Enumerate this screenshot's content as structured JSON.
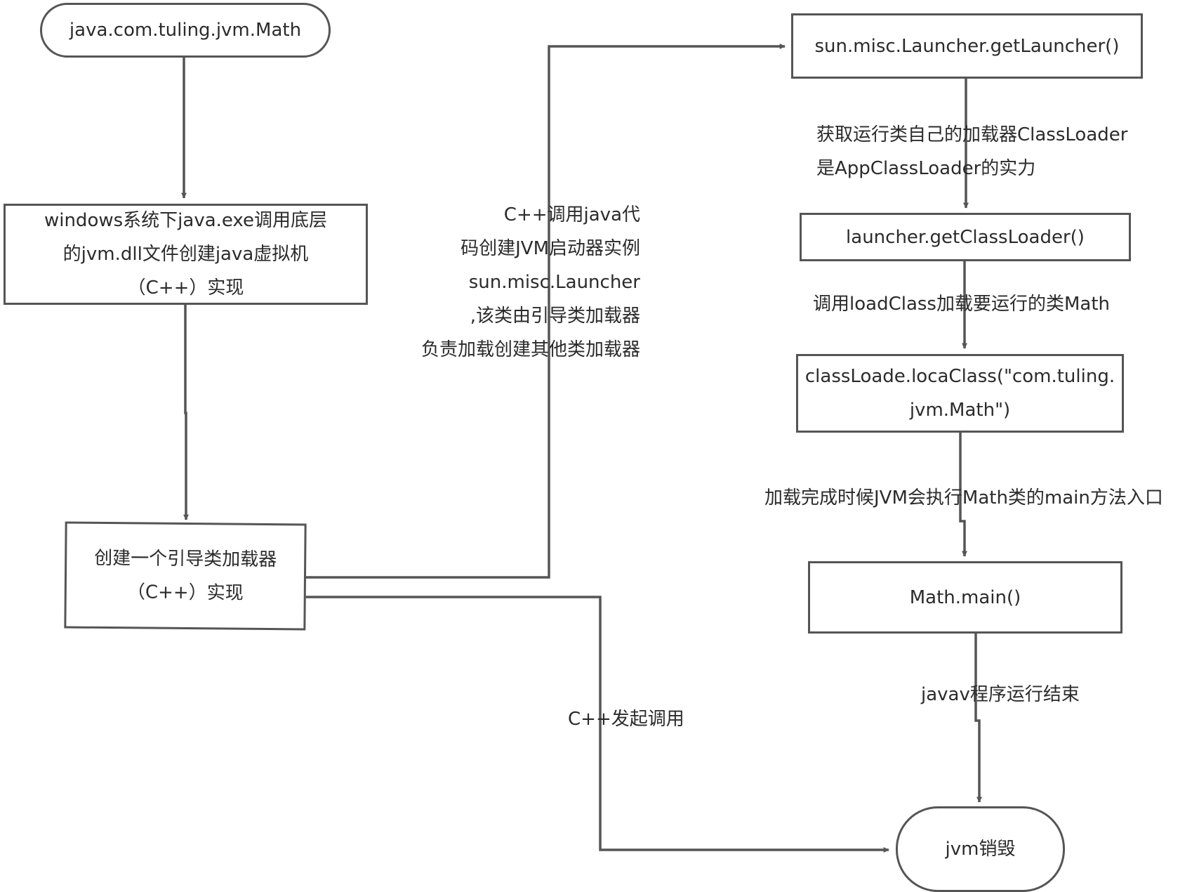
{
  "colors": {
    "line": "#555555",
    "text": "#2b2b2b",
    "background": "#ffffff"
  },
  "nodes": {
    "start": "java.com.tuling.jvm.Math",
    "windows_exe": [
      "windows系统下java.exe调用底层",
      "的jvm.dll文件创建java虚拟机",
      "（C++）实现"
    ],
    "bootstrap_loader": [
      "创建一个引导类加载器",
      "（C++）实现"
    ],
    "get_launcher": "sun.misc.Launcher.getLauncher()",
    "get_class_loader": "launcher.getClassLoader()",
    "load_class": [
      "classLoade.locaClass(\"com.tuling.",
      "jvm.Math\")"
    ],
    "math_main": "Math.main()",
    "end": "jvm销毁"
  },
  "edge_labels": {
    "cpp_calls_java": [
      "C++调用java代",
      "码创建JVM启动器实例",
      "sun.misc.Launcher",
      ",该类由引导类加载器",
      "负责加载创建其他类加载器"
    ],
    "get_app_loader": [
      "获取运行类自己的加载器ClassLoader",
      "是AppClassLoader的实力"
    ],
    "call_load_class": "调用loadClass加载要运行的类Math",
    "load_complete": "加载完成时候JVM会执行Math类的main方法入口",
    "program_end": "javav程序运行结束",
    "cpp_initiate": "C++发起调用"
  }
}
